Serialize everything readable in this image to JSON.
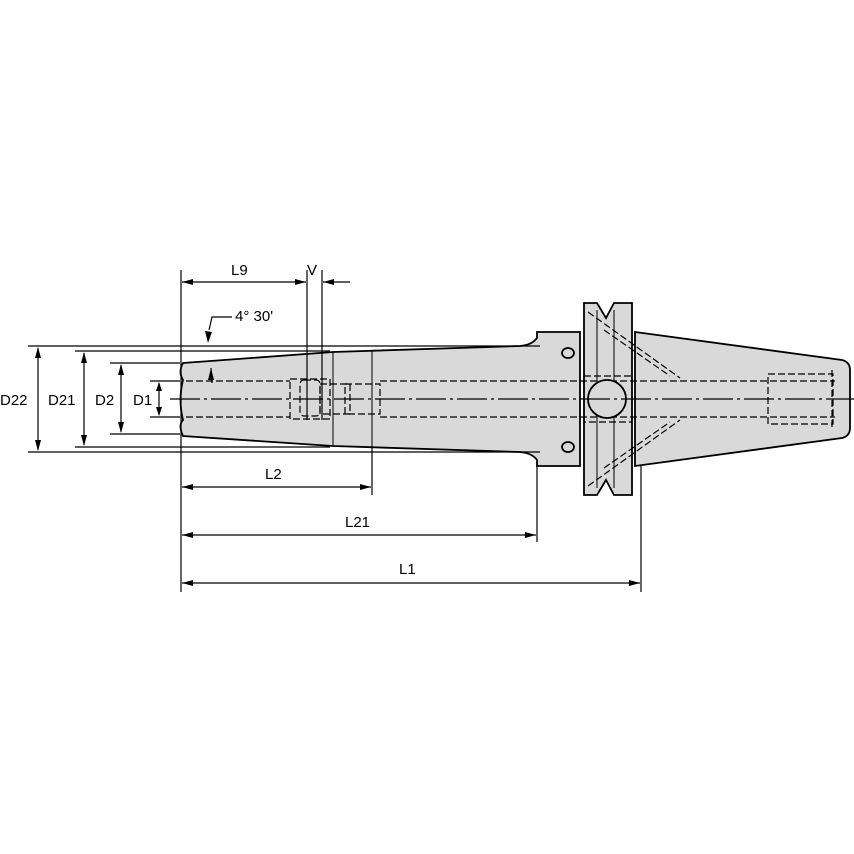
{
  "drawing": {
    "type": "technical-drawing",
    "subject": "shrink-fit tool holder side view",
    "dimensions": {
      "d22": "D22",
      "d21": "D21",
      "d2": "D2",
      "d1": "D1",
      "l9": "L9",
      "v": "V",
      "angle": "4° 30'",
      "l2": "L2",
      "l21": "L21",
      "l1": "L1"
    },
    "colors": {
      "part_fill": "#d9d9d9",
      "line": "#000000",
      "background": "#ffffff"
    }
  }
}
